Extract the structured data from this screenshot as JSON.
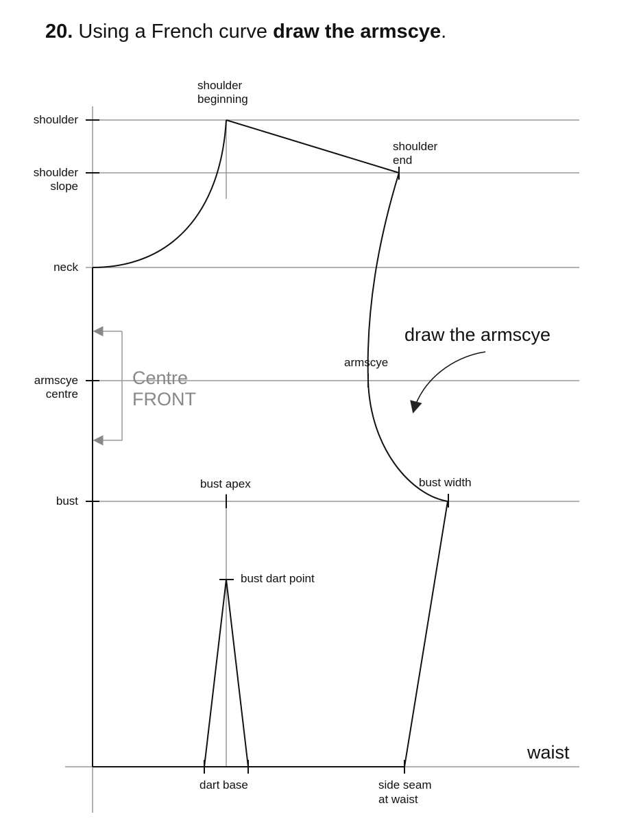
{
  "title": {
    "number": "20.",
    "text": " Using a French curve ",
    "emphasis": "draw the armscye",
    "end": "."
  },
  "levels": {
    "shoulder": "shoulder",
    "shoulder_slope": [
      "shoulder",
      "slope"
    ],
    "neck": "neck",
    "armscye_centre": [
      "armscye",
      "centre"
    ],
    "bust": "bust"
  },
  "points": {
    "shoulder_beginning": [
      "shoulder",
      "beginning"
    ],
    "shoulder_end": [
      "shoulder",
      "end"
    ],
    "armscye": "armscye",
    "bust_apex": "bust apex",
    "bust_width": "bust width",
    "bust_dart_point": "bust dart point",
    "dart_base": "dart base",
    "side_seam": [
      "side seam",
      "at waist"
    ],
    "waist": "waist"
  },
  "centre_front": [
    "Centre",
    "FRONT"
  ],
  "instruction": "draw the armscye"
}
